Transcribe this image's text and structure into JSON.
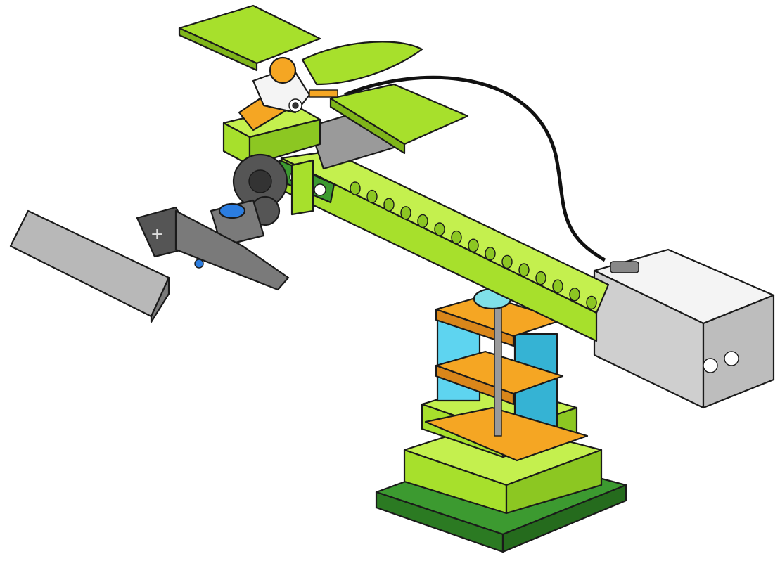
{
  "figure": {
    "kind": "building-instruction-illustration",
    "subject": "bird-on-a-beam-model",
    "background": "#ffffff"
  },
  "colors": {
    "lime": "#a7e02c",
    "lime_light": "#c4f04e",
    "lime_dark": "#7fb51a",
    "green_base": "#3c9a30",
    "green_base_dark": "#2b7a22",
    "orange": "#f5a623",
    "orange_dark": "#d9861a",
    "azure": "#5ed4f0",
    "azure_dark": "#35b3d4",
    "gray": "#b8b8b8",
    "gray_dark": "#7a7a7a",
    "dark_gray": "#555555",
    "white": "#f4f4f4",
    "blue": "#2b7de0",
    "cable": "#111111",
    "outline": "#1a1a1a"
  },
  "icons": {
    "motor_mark": "plus-icon"
  },
  "parts": [
    {
      "name": "bird-wing-left",
      "color": "lime"
    },
    {
      "name": "bird-wing-right",
      "color": "lime"
    },
    {
      "name": "bird-head",
      "color": "white"
    },
    {
      "name": "bird-beak",
      "color": "orange"
    },
    {
      "name": "gear-wheel",
      "color": "dark_gray"
    },
    {
      "name": "long-beam",
      "color": "lime"
    },
    {
      "name": "smarthub",
      "color": "white"
    },
    {
      "name": "motor",
      "color": "gray"
    },
    {
      "name": "tower-base",
      "color": "green_base"
    }
  ]
}
